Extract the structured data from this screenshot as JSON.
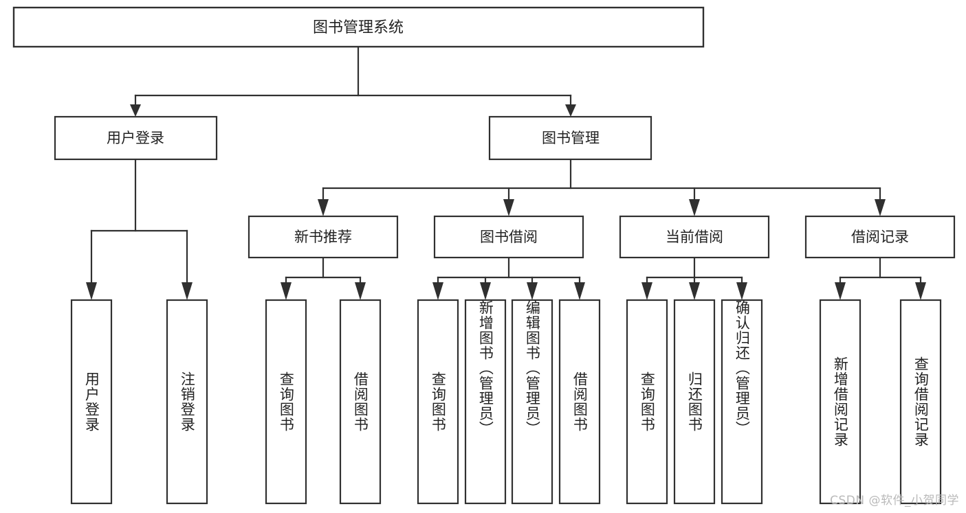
{
  "diagram": {
    "title": "图书管理系统",
    "type": "tree-hierarchy",
    "root": {
      "label": "图书管理系统"
    },
    "level2": [
      {
        "label": "用户登录"
      },
      {
        "label": "图书管理"
      }
    ],
    "level3": [
      {
        "label": "新书推荐"
      },
      {
        "label": "图书借阅"
      },
      {
        "label": "当前借阅"
      },
      {
        "label": "借阅记录"
      }
    ],
    "leaves": {
      "user_login": [
        {
          "label": "用户登录"
        },
        {
          "label": "注销登录"
        }
      ],
      "new_book_recommend": [
        {
          "label": "查询图书"
        },
        {
          "label": "借阅图书"
        }
      ],
      "book_borrow": [
        {
          "label": "查询图书"
        },
        {
          "label": "新增图书（管理员）"
        },
        {
          "label": "编辑图书（管理员）"
        },
        {
          "label": "借阅图书"
        }
      ],
      "current_borrow": [
        {
          "label": "查询图书"
        },
        {
          "label": "归还图书"
        },
        {
          "label": "确认归还（管理员）"
        }
      ],
      "borrow_record": [
        {
          "label": "新增借阅记录"
        },
        {
          "label": "查询借阅记录"
        }
      ]
    }
  },
  "watermark": {
    "text": "CSDN @软件_小贺同学"
  },
  "colors": {
    "stroke": "#303030",
    "box_fill": "#ffffff",
    "text": "#222222",
    "watermark": "#b9b9b9",
    "background": "#ffffff"
  }
}
